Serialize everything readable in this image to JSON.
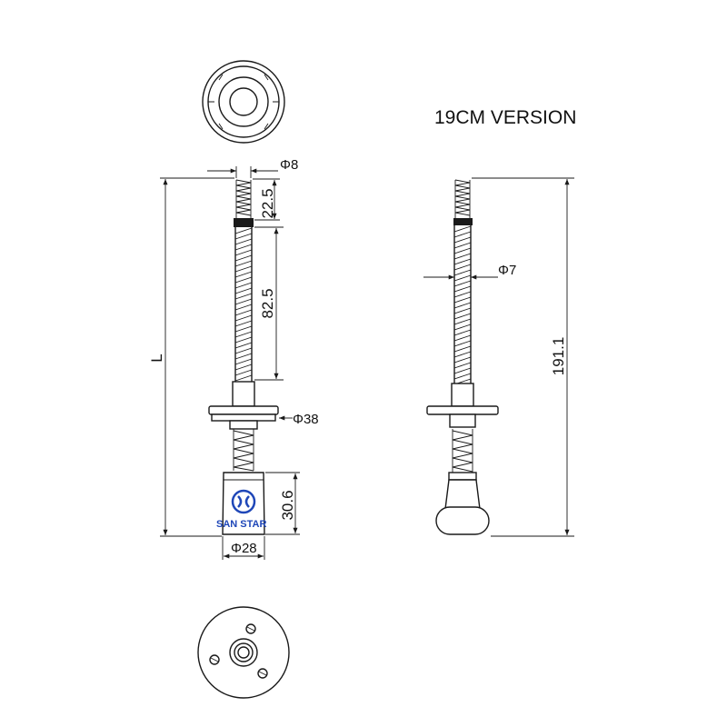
{
  "title": "19CM VERSION",
  "dimensions": {
    "thread_tip_diameter": "Φ8",
    "tip_length": "22.5",
    "thread_length": "82.5",
    "overall_length_symbol": "L",
    "flange_diameter": "Φ38",
    "knob_height": "30.6",
    "knob_diameter": "Φ28",
    "side_rod_diameter": "Φ7",
    "side_total_length": "191.1"
  },
  "logo": {
    "text": "SAN STAR",
    "color": "#1f47b8"
  }
}
